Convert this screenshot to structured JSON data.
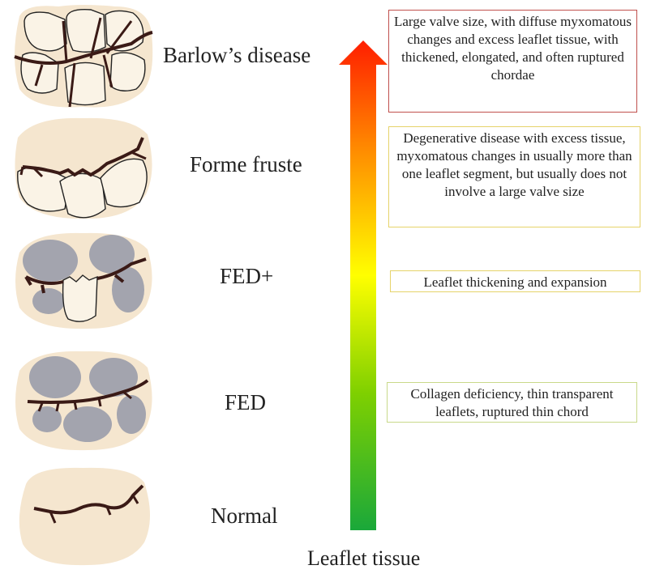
{
  "figure": {
    "axis_label": "Leaflet tissue",
    "colors": {
      "valve_fill": "#f5e6cf",
      "leaflet_fill": "#faf3e6",
      "thin_leaflet_fill": "#a3a4ae",
      "chord_color": "#3a1a16",
      "arrow_top": "#ff2a00",
      "arrow_mid": "#ffff00",
      "arrow_bottom": "#1aa83a"
    },
    "stages": [
      {
        "name": "Barlow’s disease",
        "description": "Large valve size, with diffuse myxomatous changes and excess leaflet tissue, with thickened, elongated, and often ruptured chordae",
        "box_color": "#c0504d"
      },
      {
        "name": "Forme fruste",
        "description": "Degenerative disease with excess tissue, myxomatous changes in usually more than one leaflet segment, but usually does not involve a large valve size",
        "box_color": "#e6d36a"
      },
      {
        "name": "FED+",
        "description": "Leaflet thickening and expansion",
        "box_color": "#e6d36a"
      },
      {
        "name": "FED",
        "description": "Collagen deficiency, thin transparent leaflets, ruptured thin chord",
        "box_color": "#c9d98a"
      },
      {
        "name": "Normal",
        "description": ""
      }
    ]
  }
}
